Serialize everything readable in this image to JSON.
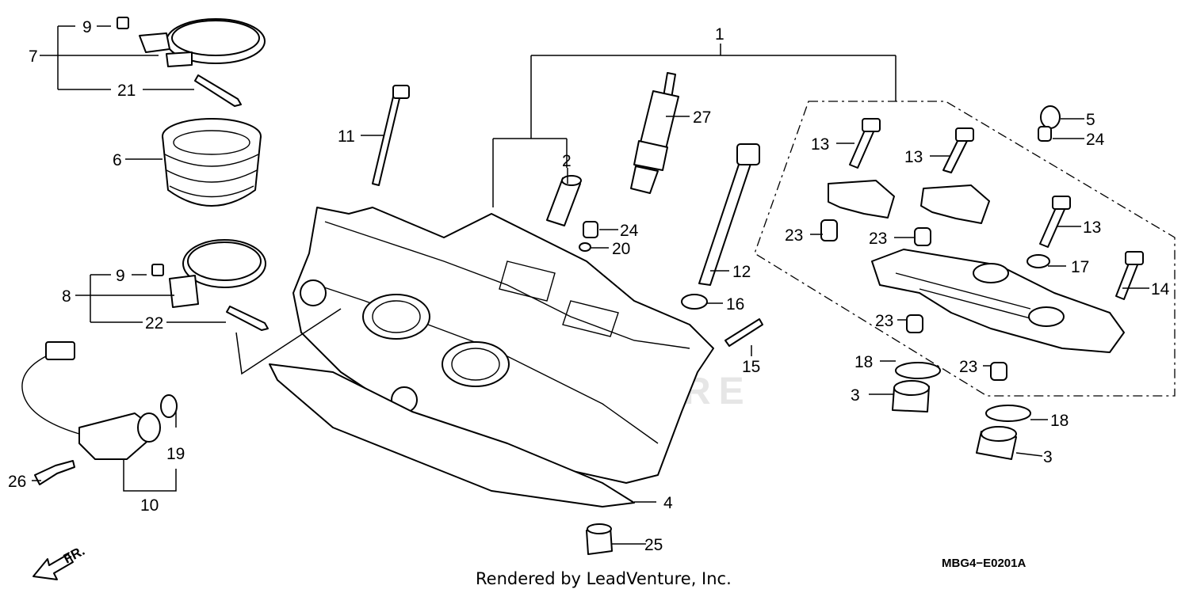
{
  "diagram": {
    "callouts": {
      "c1": "1",
      "c2": "2",
      "c3a": "3",
      "c3b": "3",
      "c4": "4",
      "c5": "5",
      "c6": "6",
      "c7": "7",
      "c8": "8",
      "c9a": "9",
      "c9b": "9",
      "c10": "10",
      "c11": "11",
      "c12": "12",
      "c13a": "13",
      "c13b": "13",
      "c13c": "13",
      "c14": "14",
      "c15": "15",
      "c16": "16",
      "c17": "17",
      "c18a": "18",
      "c18b": "18",
      "c19": "19",
      "c20": "20",
      "c21": "21",
      "c22": "22",
      "c23a": "23",
      "c23b": "23",
      "c23c": "23",
      "c23d": "23",
      "c24a": "24",
      "c24b": "24",
      "c25": "25",
      "c26": "26",
      "c27": "27"
    },
    "direction_label": "FR.",
    "diagram_code": "MBG4−E0201A",
    "watermark": "ADVENTURE"
  },
  "footer": {
    "rendered_by": "Rendered by LeadVenture, Inc."
  },
  "colors": {
    "line": "#000000",
    "background": "#ffffff",
    "watermark": "#e6e6e6"
  }
}
